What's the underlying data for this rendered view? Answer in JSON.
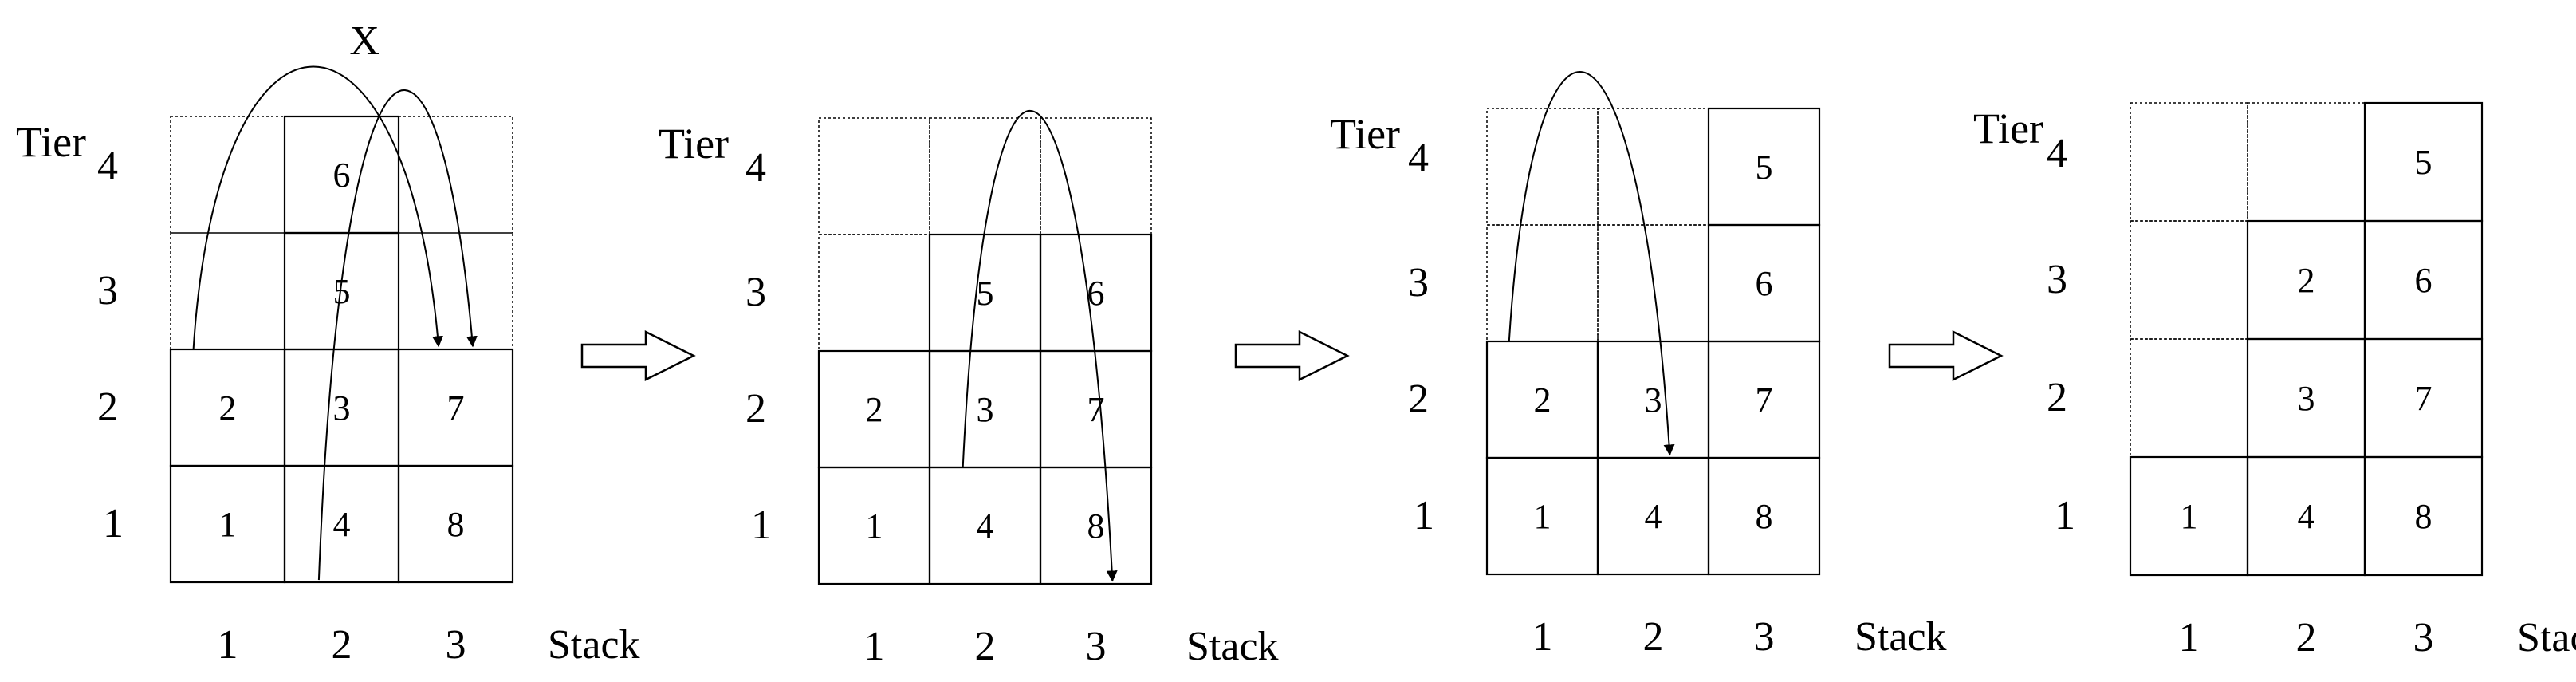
{
  "labels": {
    "tier": "Tier",
    "stack": "Stack",
    "tier_numbers": [
      "1",
      "2",
      "3",
      "4"
    ],
    "stack_numbers": [
      "1",
      "2",
      "3"
    ],
    "forbidden_mark": "X"
  },
  "panels": [
    {
      "id": "panel-1",
      "grid": [
        [
          "",
          "6",
          ""
        ],
        [
          "",
          "5",
          ""
        ],
        [
          "2",
          "3",
          "7"
        ],
        [
          "1",
          "4",
          "8"
        ]
      ],
      "empty_cells": [
        [
          0,
          0
        ],
        [
          0,
          2
        ],
        [
          1,
          0
        ],
        [
          1,
          2
        ]
      ]
    },
    {
      "id": "panel-2",
      "grid": [
        [
          "",
          "",
          ""
        ],
        [
          "",
          "5",
          "6"
        ],
        [
          "2",
          "3",
          "7"
        ],
        [
          "1",
          "4",
          "8"
        ]
      ],
      "empty_cells": [
        [
          0,
          0
        ],
        [
          0,
          1
        ],
        [
          0,
          2
        ],
        [
          1,
          0
        ]
      ]
    },
    {
      "id": "panel-3",
      "grid": [
        [
          "",
          "",
          "5"
        ],
        [
          "",
          "",
          "6"
        ],
        [
          "2",
          "3",
          "7"
        ],
        [
          "1",
          "4",
          "8"
        ]
      ],
      "empty_cells": [
        [
          0,
          0
        ],
        [
          0,
          1
        ],
        [
          1,
          0
        ],
        [
          1,
          1
        ]
      ]
    },
    {
      "id": "panel-4",
      "grid": [
        [
          "",
          "",
          "5"
        ],
        [
          "",
          "2",
          "6"
        ],
        [
          "",
          "3",
          "7"
        ],
        [
          "1",
          "4",
          "8"
        ]
      ],
      "empty_cells": [
        [
          0,
          0
        ],
        [
          0,
          1
        ],
        [
          1,
          0
        ],
        [
          2,
          0
        ]
      ]
    }
  ],
  "moves": [
    {
      "panel": 0,
      "from": {
        "stack": 1,
        "tier": 3
      },
      "to": {
        "stack": 3,
        "tier": 3
      },
      "forbidden": true
    },
    {
      "panel": 0,
      "from": {
        "stack": 2,
        "tier": 5
      },
      "to": {
        "stack": 3,
        "tier": 3
      },
      "forbidden": false
    },
    {
      "panel": 1,
      "from": {
        "stack": 2,
        "tier": 4
      },
      "to": {
        "stack": 3,
        "tier": 5
      },
      "forbidden": false
    },
    {
      "panel": 2,
      "from": {
        "stack": 1,
        "tier": 3
      },
      "to": {
        "stack": 2,
        "tier": 4
      },
      "forbidden": false
    }
  ],
  "transitions": 3
}
